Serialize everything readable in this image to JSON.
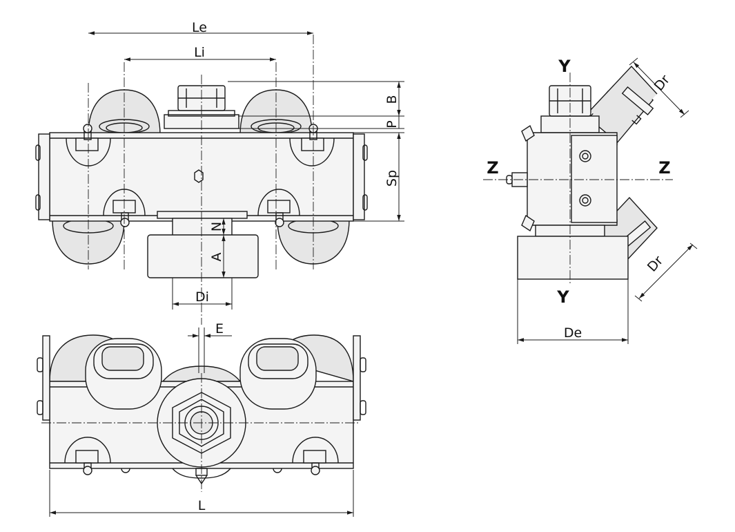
{
  "labels": {
    "Le": "Le",
    "Li": "Li",
    "B": "B",
    "P": "P",
    "Sp": "Sp",
    "N": "N",
    "A": "A",
    "Di": "Di",
    "E": "E",
    "L": "L",
    "Y_top": "Y",
    "Y_bottom": "Y",
    "Z_left": "Z",
    "Z_right": "Z",
    "Dr_top": "Dr",
    "Dr_bottom": "Dr",
    "De": "De"
  },
  "colors": {
    "stroke": "#1a1a1a",
    "wheel_fill": "#e6e6e6",
    "body_fill": "#f4f4f4",
    "background": "#ffffff"
  }
}
